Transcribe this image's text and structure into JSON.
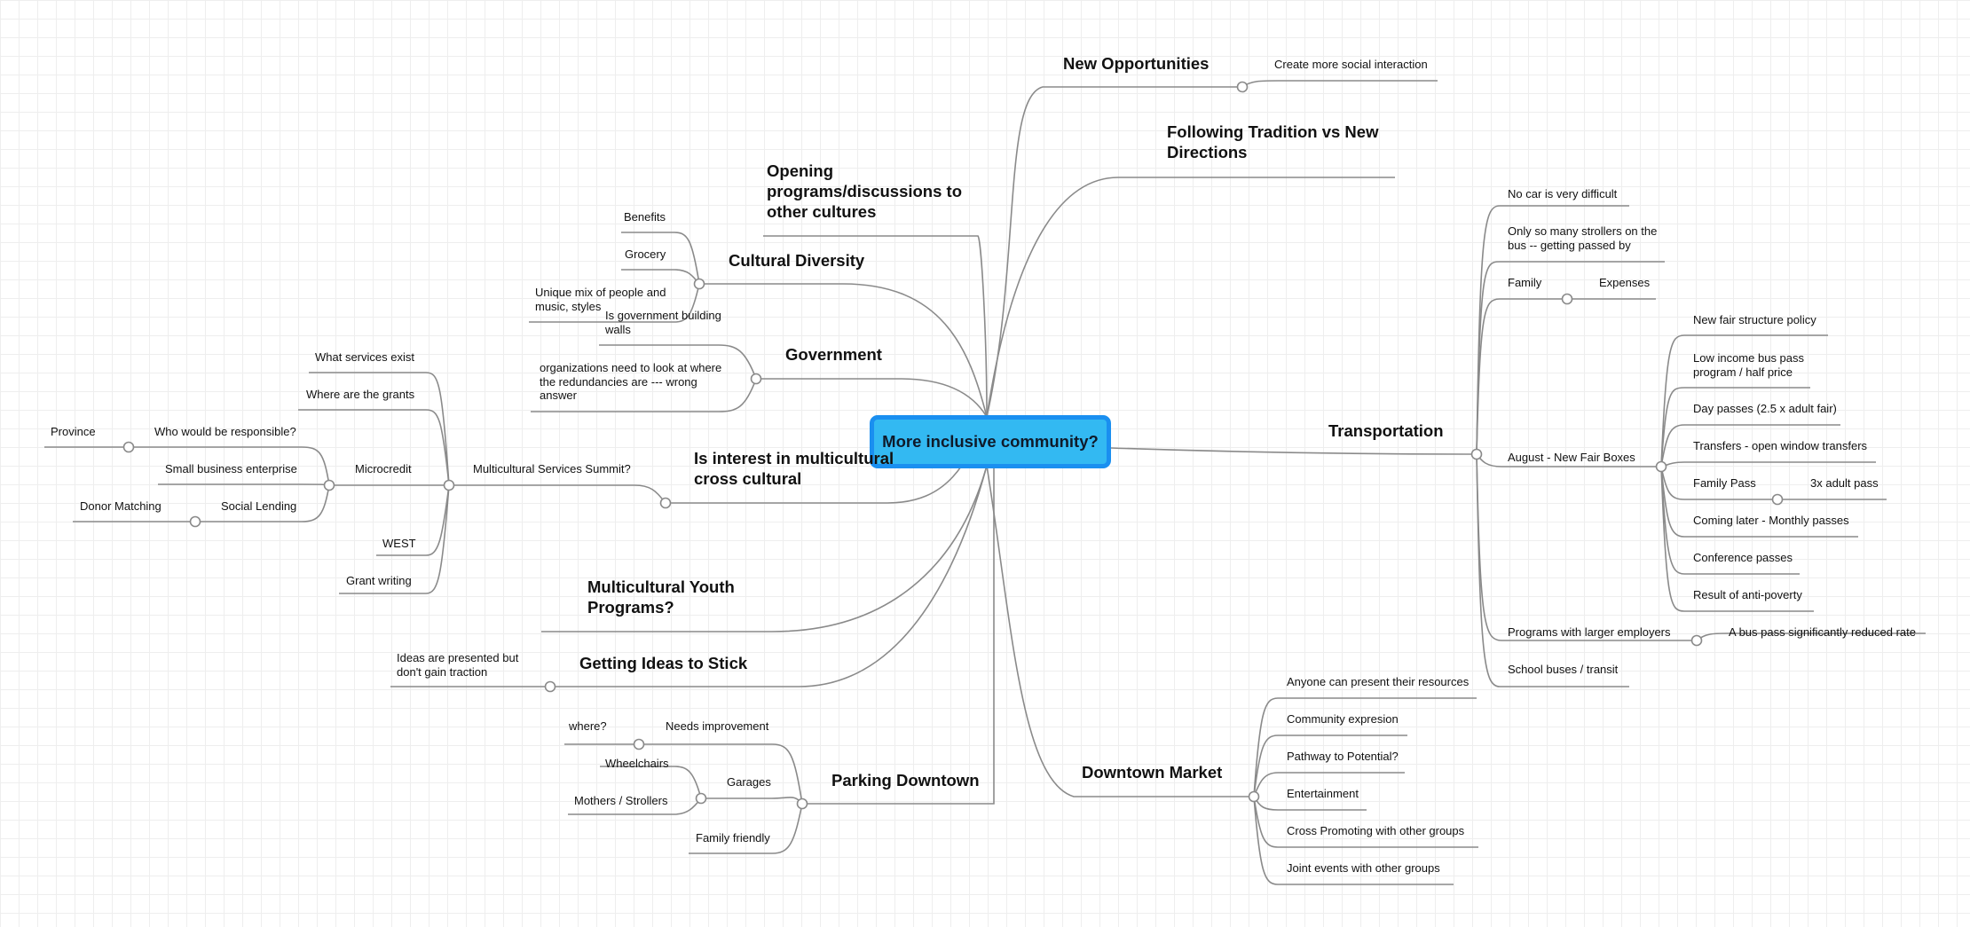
{
  "map": {
    "central": "More inclusive community?",
    "new_opportunities": {
      "label": "New Opportunities",
      "create_social": "Create more social interaction"
    },
    "tradition": {
      "label": "Following Tradition vs New Directions"
    },
    "transportation": {
      "label": "Transportation",
      "no_car": "No car is very difficult",
      "strollers": "Only so many strollers on the bus -- getting passed by",
      "family": "Family",
      "expenses": "Expenses",
      "august": "August - New Fair Boxes",
      "fair_policy": "New fair structure policy",
      "low_income": "Low income bus pass program / half price",
      "day_passes": "Day passes (2.5 x adult fair)",
      "transfers": "Transfers - open window transfers",
      "family_pass": "Family Pass",
      "adult_pass": "3x adult pass",
      "monthly": "Coming later - Monthly passes",
      "conference": "Conference passes",
      "anti_poverty": "Result of anti-poverty",
      "employers": "Programs with larger employers",
      "bus_pass_rate": "A bus pass significantly reduced rate",
      "school_buses": "School buses / transit"
    },
    "downtown_market": {
      "label": "Downtown Market",
      "resources": "Anyone can present their resources",
      "expresion": "Community expresion",
      "pathway": "Pathway to Potential?",
      "entertainment": "Entertainment",
      "cross_promoting": "Cross Promoting with other groups",
      "joint_events": "Joint events with other groups"
    },
    "opening_programs": {
      "label": "Opening programs/discussions to other cultures"
    },
    "cultural_diversity": {
      "label": "Cultural Diversity",
      "benefits": "Benefits",
      "grocery": "Grocery",
      "unique_mix": "Unique mix of people and music, styles"
    },
    "government": {
      "label": "Government",
      "building_walls": "Is government building walls",
      "organizations": "organizations need to look at where the redundancies are --- wrong answer"
    },
    "interest": {
      "label": "Is interest in multicultural cross cultural",
      "summit": "Multicultural Services Summit?",
      "services_exist": "What services exist",
      "grants": "Where are the grants",
      "microcredit": "Microcredit",
      "responsible": "Who would be responsible?",
      "province": "Province",
      "small_business": "Small business enterprise",
      "social_lending": "Social Lending",
      "donor_matching": "Donor Matching",
      "west": "WEST",
      "grant_writing": "Grant writing"
    },
    "youth": {
      "label": "Multicultural Youth Programs?"
    },
    "ideas": {
      "label": "Getting Ideas to Stick",
      "presented": "Ideas are presented but don't gain traction"
    },
    "parking": {
      "label": "Parking Downtown",
      "needs_improvement": "Needs improvement",
      "where": "where?",
      "garages": "Garages",
      "wheelchairs": "Wheelchairs",
      "mothers": "Mothers / Strollers",
      "family_friendly": "Family friendly"
    }
  }
}
